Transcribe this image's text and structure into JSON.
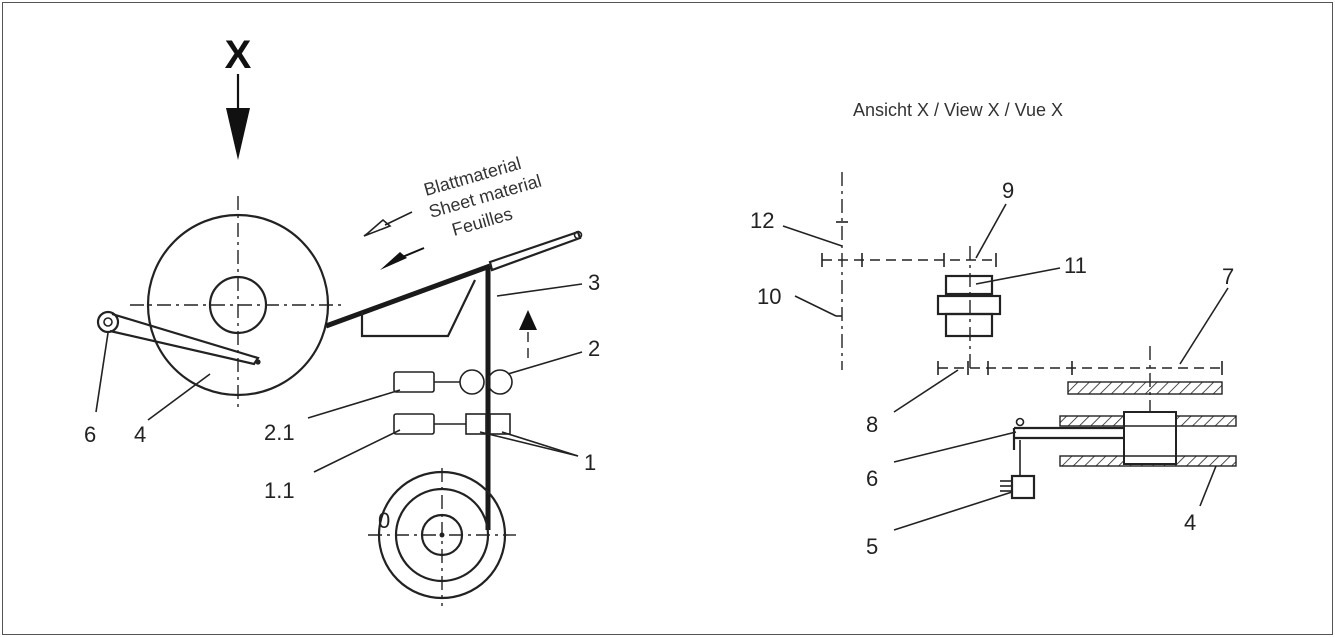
{
  "view": {
    "marker": "X",
    "title": "Ansicht X / View X / Vue X"
  },
  "material": {
    "de": "Blattmaterial",
    "en": "Sheet material",
    "fr": "Feuilles"
  },
  "labels": {
    "l1": "1",
    "l1_1": "1.1",
    "l2": "2",
    "l2_1": "2.1",
    "l3": "3",
    "l4": "4",
    "l6": "6",
    "l0": "0",
    "r4": "4",
    "r5": "5",
    "r6": "6",
    "r7": "7",
    "r8": "8",
    "r9": "9",
    "r10": "10",
    "r11": "11",
    "r12": "12"
  }
}
